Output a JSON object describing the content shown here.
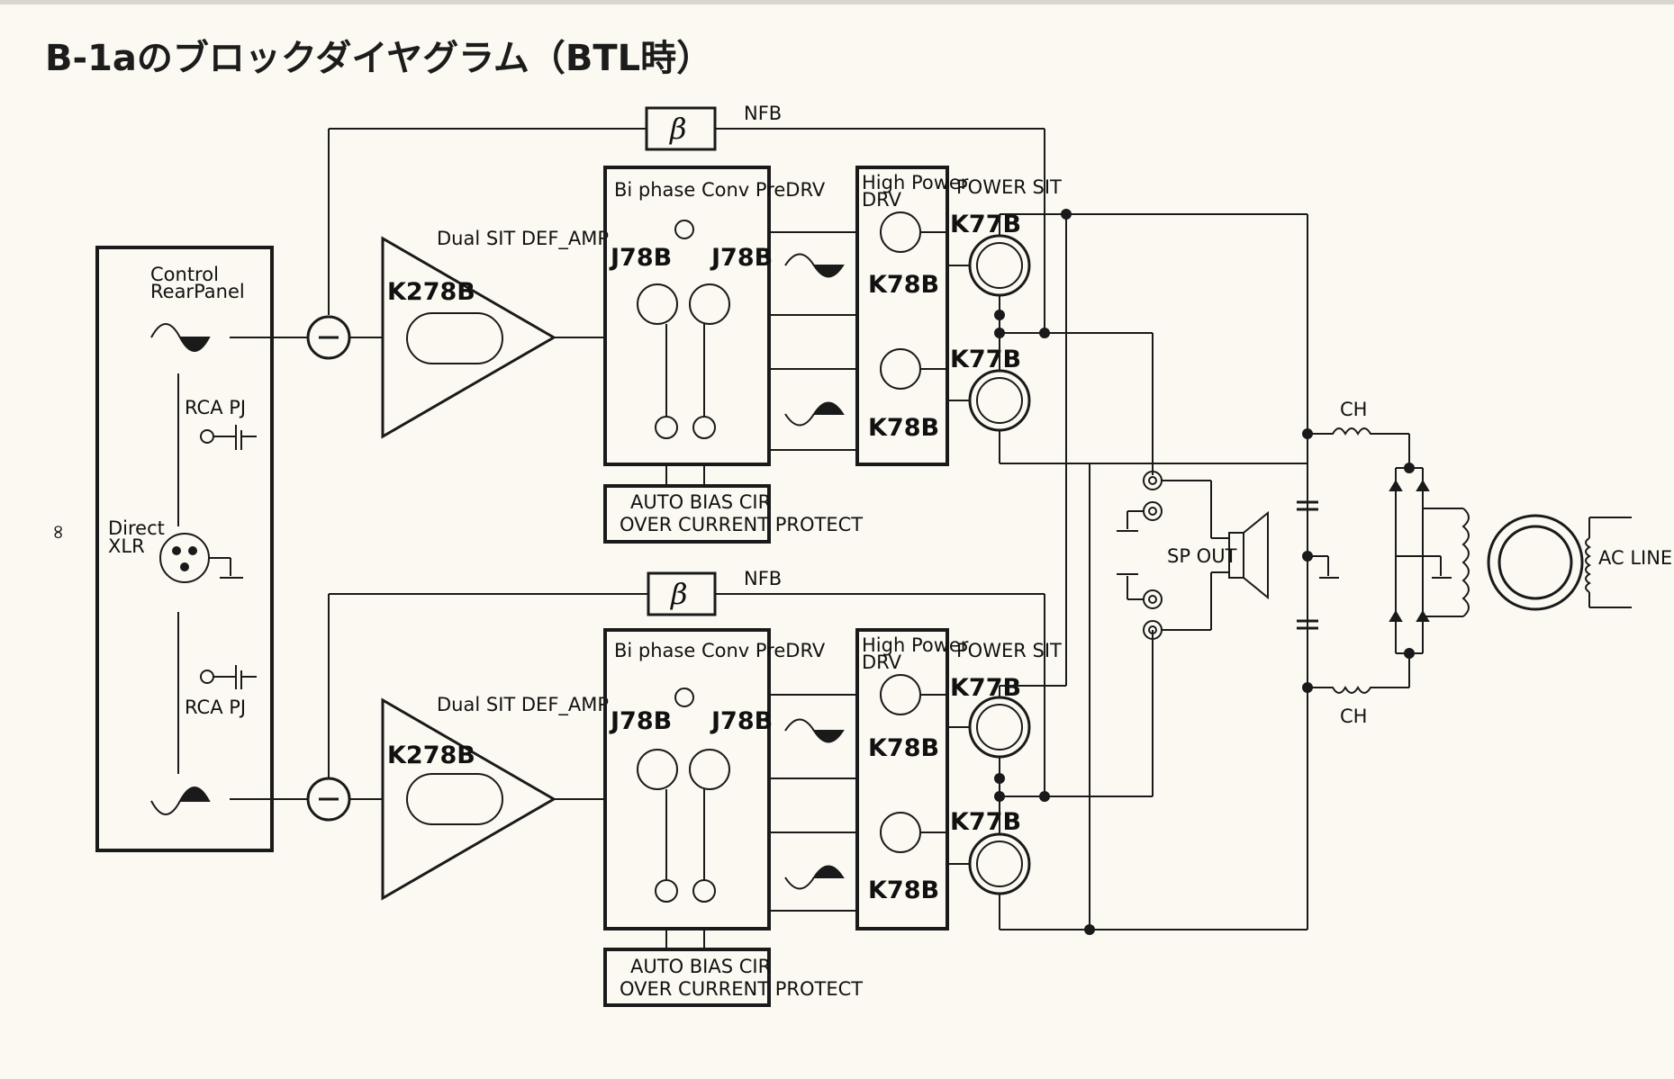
{
  "title": "B-1aのブロックダイヤグラム（BTL時）",
  "side_mark": "∞",
  "input_panel": {
    "control_label": "Control",
    "rearpanel_label": "RearPanel",
    "rca_pj_label": "RCA PJ",
    "direct_label": "Direct",
    "xlr_label": "XLR"
  },
  "channels": [
    {
      "id": "upper",
      "nfb_label": "NFB",
      "beta_symbol": "β",
      "diff_amp_label": "Dual SIT DEF_AMP",
      "diff_amp_part": "K278B",
      "predrv_label": "Bi phase Conv PreDRV",
      "predrv_left_part": "J78B",
      "predrv_right_part": "J78B",
      "drv_label_line1": "High Power",
      "drv_label_line2": "DRV",
      "drv_top_part": "K78B",
      "drv_bottom_part": "K78B",
      "power_label": "POWER SIT",
      "power_top_part": "K77B",
      "power_bottom_part": "K77B",
      "bias_line1": "AUTO BIAS CIR",
      "bias_line2": "OVER CURRENT PROTECT"
    },
    {
      "id": "lower",
      "nfb_label": "NFB",
      "beta_symbol": "β",
      "diff_amp_label": "Dual SIT DEF_AMP",
      "diff_amp_part": "K278B",
      "predrv_label": "Bi phase Conv PreDRV",
      "predrv_left_part": "J78B",
      "predrv_right_part": "J78B",
      "drv_label_line1": "High Power",
      "drv_label_line2": "DRV",
      "drv_top_part": "K78B",
      "drv_bottom_part": "K78B",
      "power_label": "POWER SIT",
      "power_top_part": "K77B",
      "power_bottom_part": "K77B",
      "bias_line1": "AUTO BIAS CIR",
      "bias_line2": "OVER CURRENT PROTECT"
    }
  ],
  "output": {
    "sp_out_label": "SP OUT"
  },
  "power_supply": {
    "choke_top_label": "CH",
    "choke_bottom_label": "CH",
    "ac_line_label": "AC LINE"
  },
  "colors": {
    "line": "#1a1a1a",
    "background": "#fbf9f1"
  }
}
